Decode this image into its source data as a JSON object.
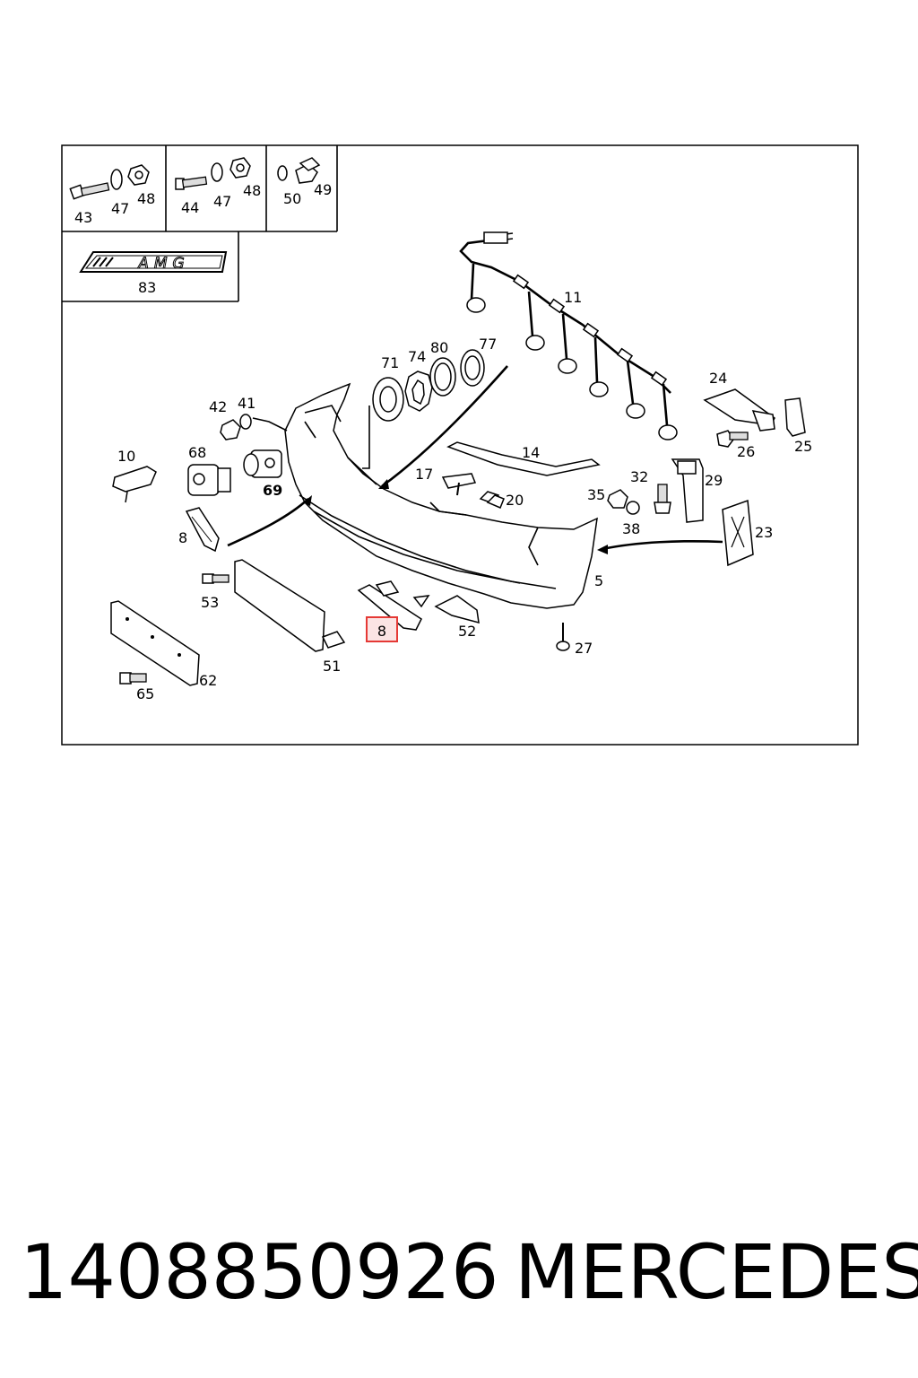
{
  "diagram": {
    "callouts": {
      "c43": "43",
      "c47a": "47",
      "c48a": "48",
      "c44": "44",
      "c47b": "47",
      "c48b": "48",
      "c50": "50",
      "c49": "49",
      "c83": "83",
      "c11": "11",
      "c71": "71",
      "c74": "74",
      "c80": "80",
      "c77": "77",
      "c42": "42",
      "c41": "41",
      "c24": "24",
      "c10": "10",
      "c68": "68",
      "c69": "69",
      "c14": "14",
      "c26": "26",
      "c25": "25",
      "c17": "17",
      "c20": "20",
      "c32": "32",
      "c29": "29",
      "c35": "35",
      "c38": "38",
      "c23": "23",
      "c8left": "8",
      "c5": "5",
      "c53": "53",
      "c52": "52",
      "c8": "8",
      "c27": "27",
      "c51": "51",
      "c62": "62",
      "c65": "65"
    },
    "logo_text": "AMG",
    "highlight_color": "#e53935"
  },
  "footer": {
    "part_number": "1408850926",
    "brand": "MERCEDES"
  }
}
